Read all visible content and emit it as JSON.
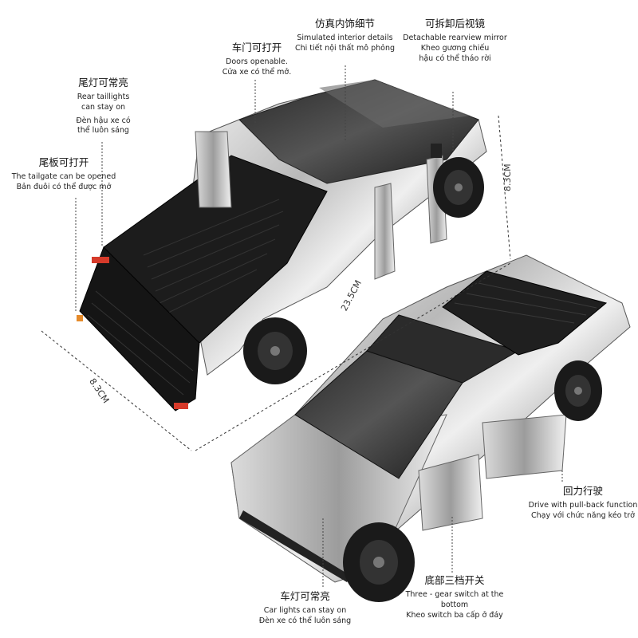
{
  "labels": {
    "interior": {
      "zh": "仿真内饰细节",
      "en": "Simulated interior details",
      "vi": "Chi tiết nội thất mô phỏng"
    },
    "doors": {
      "zh": "车门可打开",
      "en": "Doors openable.",
      "vi": "Cửa xe có thể mở."
    },
    "mirror": {
      "zh": "可拆卸后视镜",
      "en": "Detachable rearview mirror",
      "vi1": "Kheo gương chiếu",
      "vi2": "hậu có thể tháo rời"
    },
    "taillights": {
      "zh": "尾灯可常亮",
      "en1": "Rear taillights",
      "en2": "can stay on",
      "vi1": "Đèn hậu xe có",
      "vi2": "thể luôn sáng"
    },
    "tailgate": {
      "zh": "尾板可打开",
      "en": "The tailgate can be opened",
      "vi": "Bản đuôi có thể được mở"
    },
    "pullback": {
      "zh": "回力行驶",
      "en": "Drive with pull-back function",
      "vi": "Chạy với chức năng kéo trở"
    },
    "gearswitch": {
      "zh": "底部三档开关",
      "en": "Three - gear switch at the bottom",
      "vi": "Kheo switch ba cấp ở đáy"
    },
    "carlights": {
      "zh": "车灯可常亮",
      "en": "Car lights can stay on",
      "vi": "Đèn xe có thể luôn sáng"
    }
  },
  "dimensions": {
    "length": "23.5CM",
    "width": "8.3CM",
    "height": "8.3CM"
  }
}
